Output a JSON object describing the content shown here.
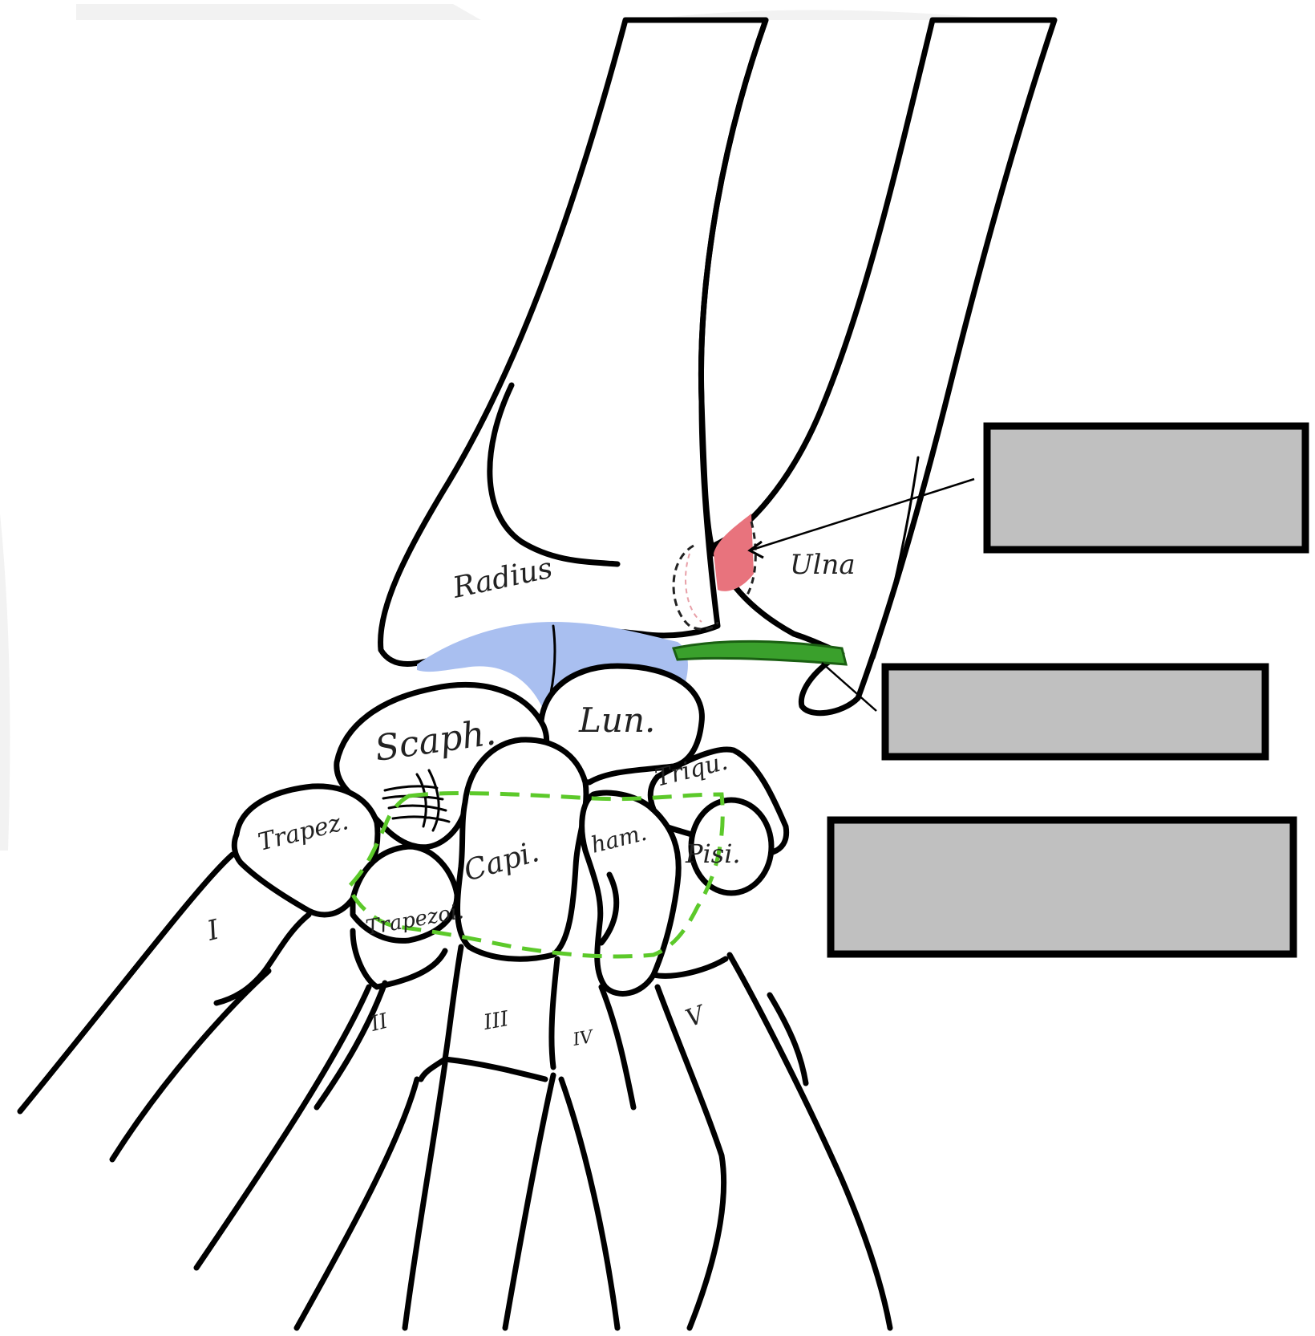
{
  "labels": {
    "radius": "Radius",
    "ulna": "Ulna",
    "scaphoid": "Scaph.",
    "lunate": "Lun.",
    "triquetrum": "Triqu.",
    "pisiform": "Pisi.",
    "capitate": "Capi.",
    "hamate": "ham.",
    "trapezium": "Trapez.",
    "trapezoid": "Trapezoi.",
    "mc1": "I",
    "mc2": "II",
    "mc3": "III",
    "mc4": "IV",
    "mc5": "V"
  },
  "answer_boxes": [
    "",
    "",
    ""
  ],
  "colors": {
    "articular_disc": "#a9bff0",
    "ulnar_styloid_highlight": "#e8737d",
    "ligament": "#3aa02c",
    "carpal_outline_dashed": "#5cc92a",
    "answer_box_fill": "#c0c0c0"
  }
}
